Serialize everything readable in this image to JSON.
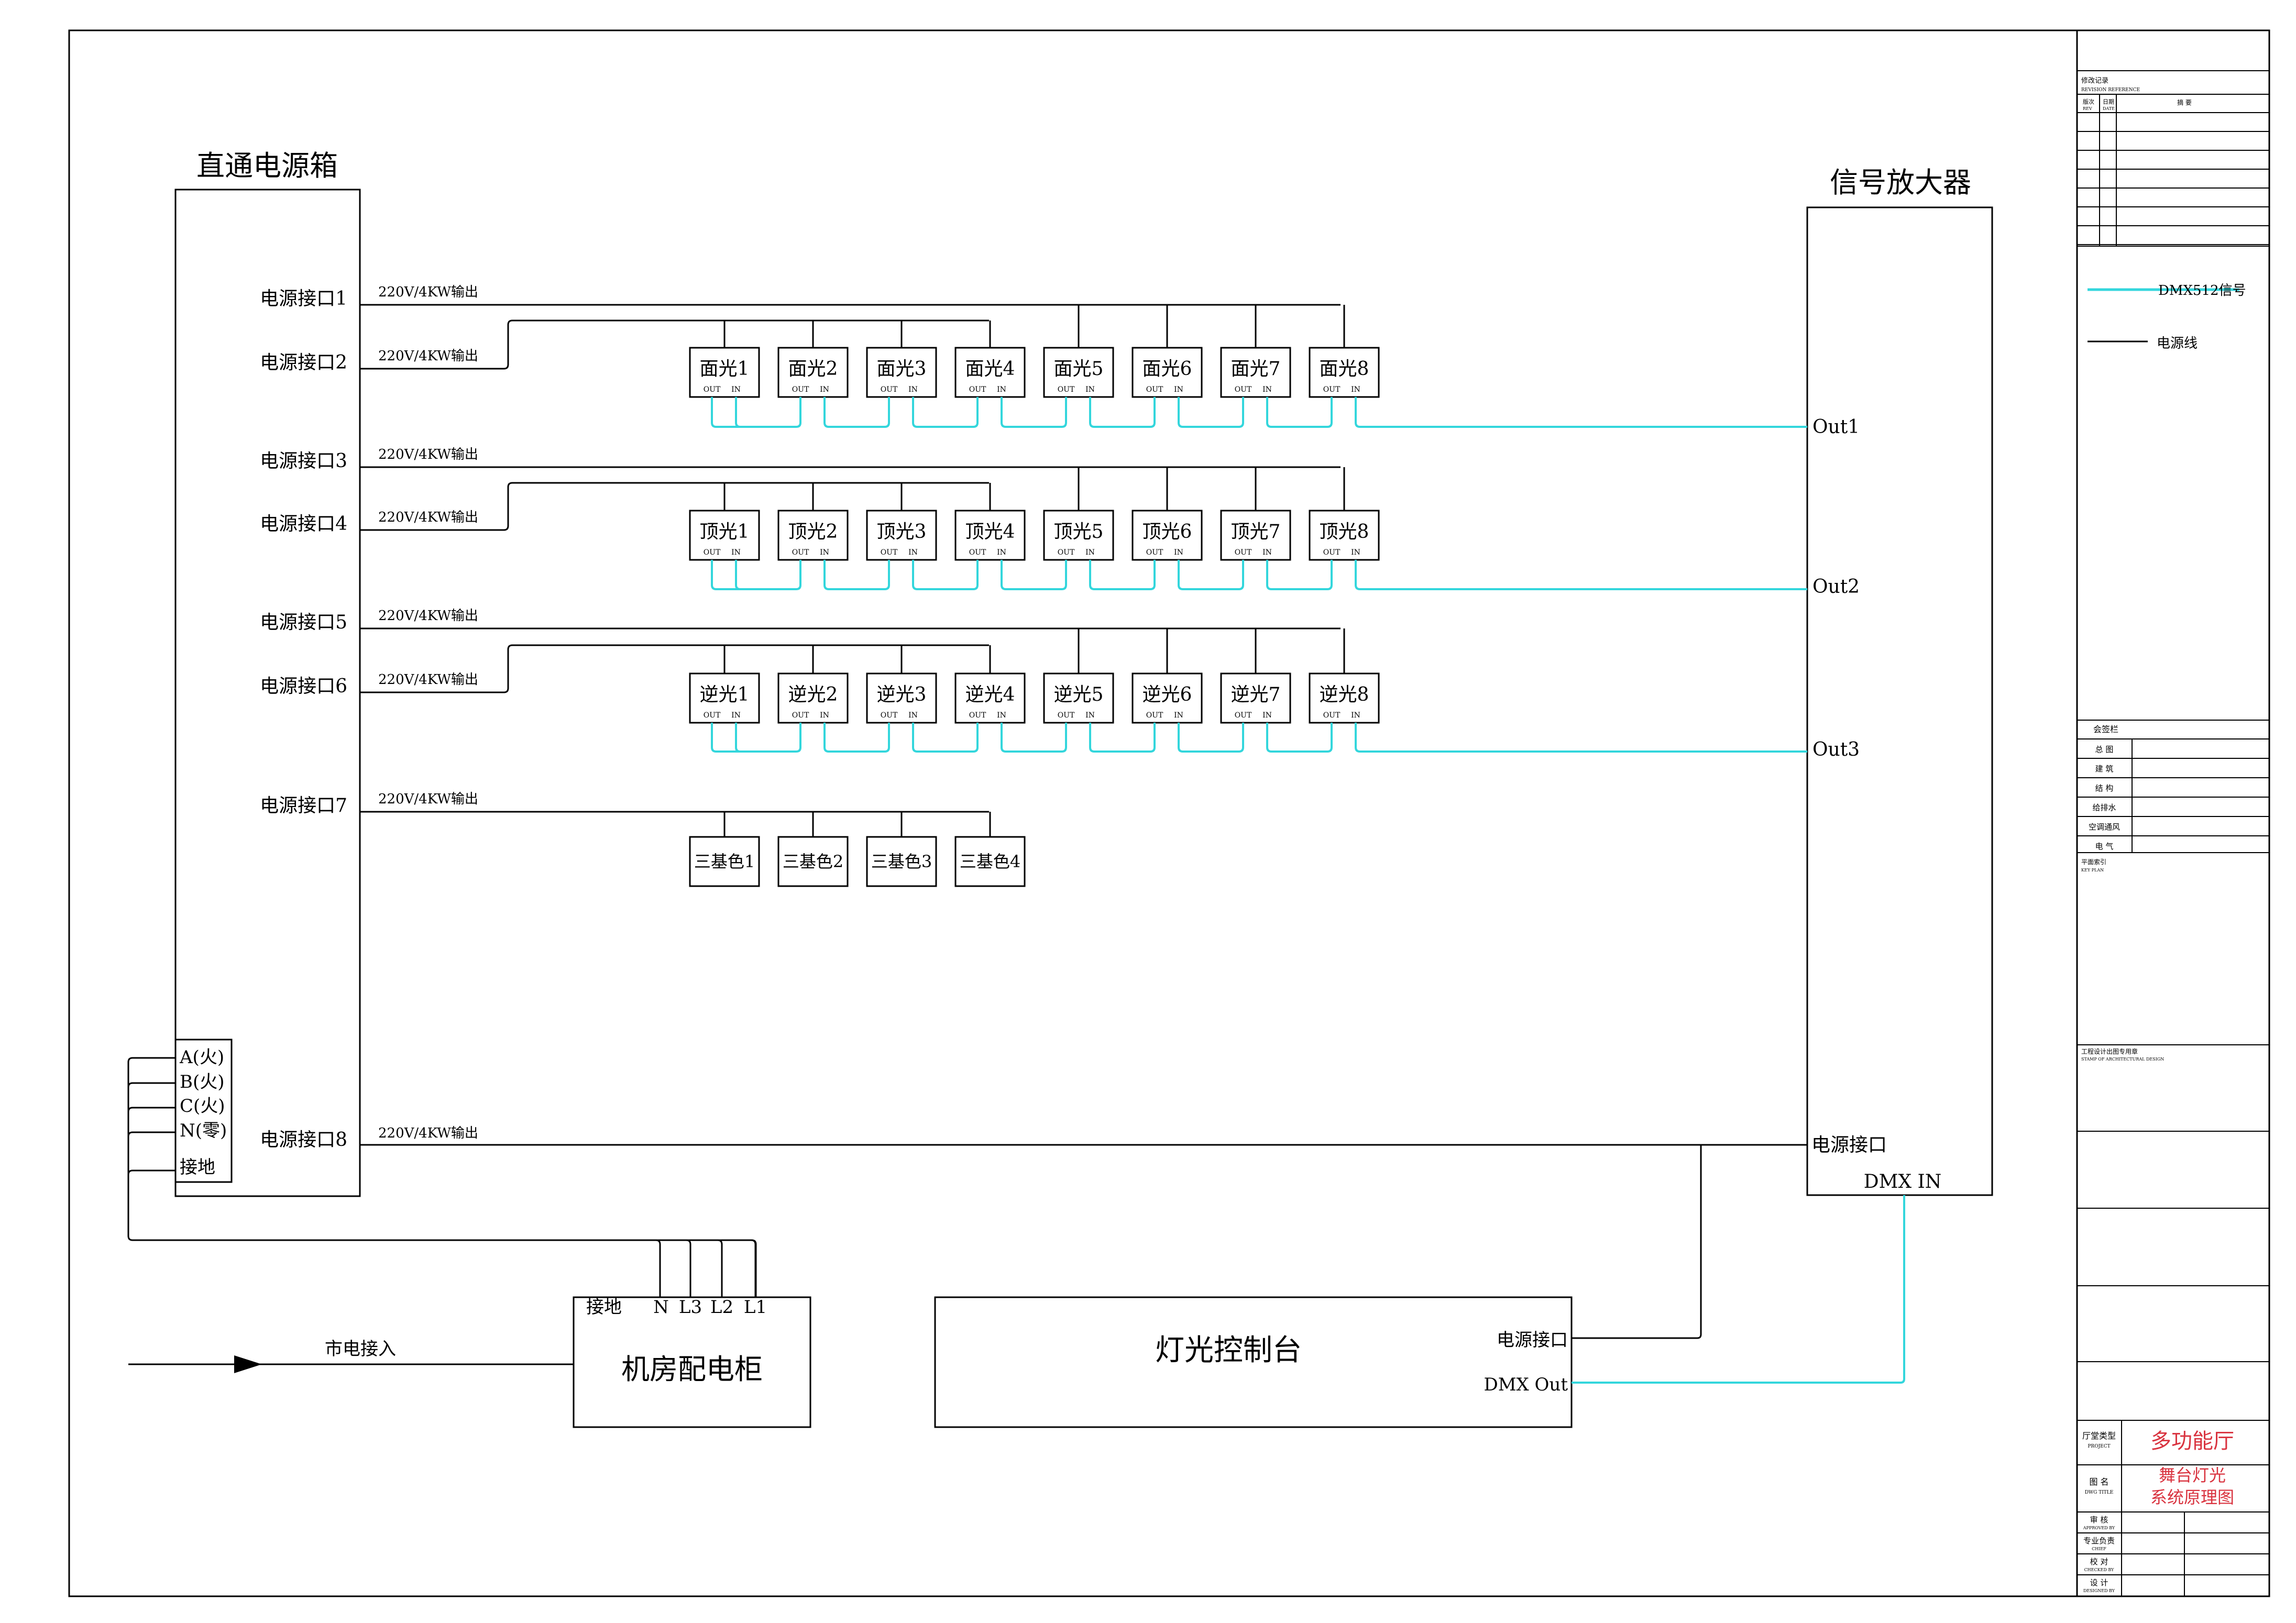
{
  "power_box": {
    "title": "直通电源箱",
    "ports": [
      "电源接口1",
      "电源接口2",
      "电源接口3",
      "电源接口4",
      "电源接口5",
      "电源接口6",
      "电源接口7",
      "电源接口8"
    ],
    "output_label": "220V/4KW输出",
    "phases": [
      "A(火)",
      "B(火)",
      "C(火)",
      "N(零)",
      "接地"
    ]
  },
  "amplifier": {
    "title": "信号放大器",
    "outs": [
      "Out1",
      "Out2",
      "Out3"
    ],
    "power_port": "电源接口",
    "dmx_in": "DMX IN"
  },
  "fixture_rows": [
    {
      "name": "face",
      "labels": [
        "面光1",
        "面光2",
        "面光3",
        "面光4",
        "面光5",
        "面光6",
        "面光7",
        "面光8"
      ]
    },
    {
      "name": "top",
      "labels": [
        "顶光1",
        "顶光2",
        "顶光3",
        "顶光4",
        "顶光5",
        "顶光6",
        "顶光7",
        "顶光8"
      ]
    },
    {
      "name": "back",
      "labels": [
        "逆光1",
        "逆光2",
        "逆光3",
        "逆光4",
        "逆光5",
        "逆光6",
        "逆光7",
        "逆光8"
      ]
    }
  ],
  "fixture_io": {
    "out": "OUT",
    "in": "IN"
  },
  "rgb_lights": [
    "三基色1",
    "三基色2",
    "三基色3",
    "三基色4"
  ],
  "distribution": {
    "title": "机房配电柜",
    "terminals": [
      "接地",
      "N",
      "L3",
      "L2",
      "L1"
    ],
    "mains_label": "市电接入"
  },
  "console": {
    "title": "灯光控制台",
    "power_port": "电源接口",
    "dmx_out": "DMX Out"
  },
  "legend": {
    "dmx": "DMX512信号",
    "power": "电源线"
  },
  "title_block": {
    "revision_header": "修改记录",
    "revision_header_en": "REVISION REFERENCE",
    "rev_col": "版次",
    "rev_col_en": "REV",
    "date_col": "日期",
    "date_col_en": "DATE",
    "summary_col": "摘 要",
    "sign_header": "会签栏",
    "sign_rows": [
      "总 图",
      "建 筑",
      "结 构",
      "给排水",
      "空调通风",
      "电 气"
    ],
    "key_plan": "平面索引",
    "key_plan_en": "KEY PLAN",
    "stamp": "工程设计出图专用章",
    "stamp_en": "STAMP OF ARCHITECTURAL DESIGN",
    "project_label": "厅堂类型",
    "project_label_en": "PROJECT",
    "project_value": "多功能厅",
    "drawing_label": "图 名",
    "drawing_label_en": "DWG TITLE",
    "drawing_value_1": "舞台灯光",
    "drawing_value_2": "系统原理图",
    "approved": "审 核",
    "approved_en": "APPROVED BY",
    "chief": "专业负责",
    "chief_en": "CHIEF",
    "checked": "校 对",
    "checked_en": "CHECKED BY",
    "designed": "设 计",
    "designed_en": "DESIGNED BY"
  },
  "colors": {
    "signal": "#33d6dc",
    "project_text": "#d9333f",
    "line": "#000000"
  }
}
